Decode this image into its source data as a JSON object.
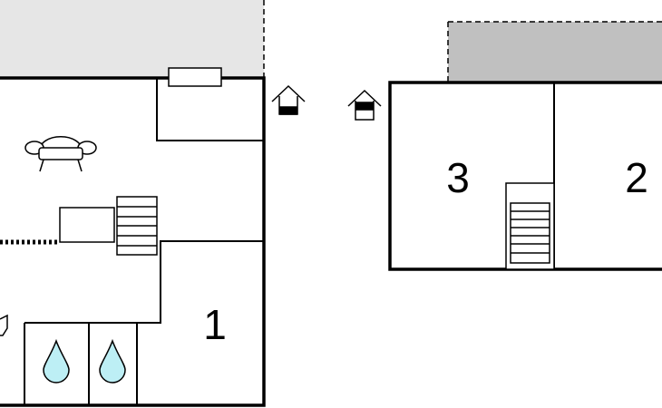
{
  "rooms": {
    "room_1": "1",
    "room_2": "2",
    "room_3": "3"
  },
  "colors": {
    "wall": "#000000",
    "terrace_light": "#e6e6e6",
    "terrace_dark": "#c0c0c0",
    "water": "#bdeff5"
  },
  "icons": [
    "sofa-icon",
    "stairs-icon",
    "entrance-icon",
    "sink-icon",
    "water-drop-icon",
    "window-icon"
  ]
}
